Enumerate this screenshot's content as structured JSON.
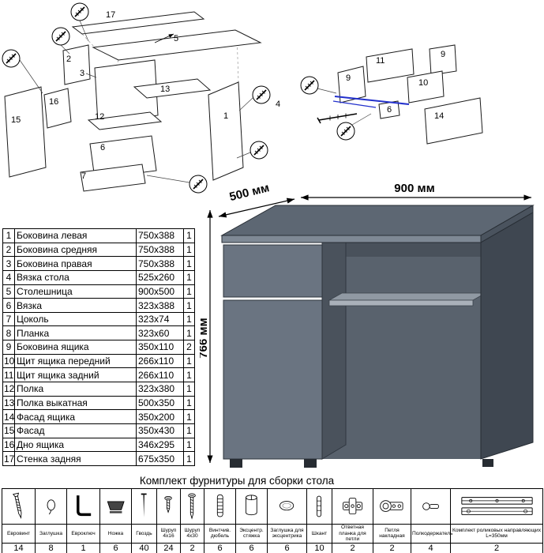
{
  "dimensions": {
    "width": "900 мм",
    "depth": "500 мм",
    "height": "766 мм"
  },
  "diagrams": {
    "main": {
      "labels": [
        "17",
        "5",
        "2",
        "3",
        "13",
        "12",
        "6",
        "7",
        "15",
        "16",
        "1",
        "4"
      ]
    },
    "drawer": {
      "labels": [
        "11",
        "9",
        "9",
        "10",
        "6",
        "14"
      ]
    }
  },
  "parts_table": {
    "rows": [
      {
        "num": "1",
        "name": "Боковина левая",
        "size": "750x388",
        "qty": "1"
      },
      {
        "num": "2",
        "name": "Боковина средняя",
        "size": "750x388",
        "qty": "1"
      },
      {
        "num": "3",
        "name": "Боковина правая",
        "size": "750x388",
        "qty": "1"
      },
      {
        "num": "4",
        "name": "Вязка стола",
        "size": "525x260",
        "qty": "1"
      },
      {
        "num": "5",
        "name": "Столешница",
        "size": "900x500",
        "qty": "1"
      },
      {
        "num": "6",
        "name": "Вязка",
        "size": "323x388",
        "qty": "1"
      },
      {
        "num": "7",
        "name": "Цоколь",
        "size": "323x74",
        "qty": "1"
      },
      {
        "num": "8",
        "name": "Планка",
        "size": "323x60",
        "qty": "1"
      },
      {
        "num": "9",
        "name": "Боковина ящика",
        "size": "350x110",
        "qty": "2"
      },
      {
        "num": "10",
        "name": "Щит ящика передний",
        "size": "266x110",
        "qty": "1"
      },
      {
        "num": "11",
        "name": "Щит ящика задний",
        "size": "266x110",
        "qty": "1"
      },
      {
        "num": "12",
        "name": "Полка",
        "size": "323x380",
        "qty": "1"
      },
      {
        "num": "13",
        "name": "Полка выкатная",
        "size": "500x350",
        "qty": "1"
      },
      {
        "num": "14",
        "name": "Фасад ящика",
        "size": "350x200",
        "qty": "1"
      },
      {
        "num": "15",
        "name": "Фасад",
        "size": "350x430",
        "qty": "1"
      },
      {
        "num": "16",
        "name": "Дно ящика",
        "size": "346x295",
        "qty": "1"
      },
      {
        "num": "17",
        "name": "Стенка задняя",
        "size": "675x350",
        "qty": "1"
      }
    ]
  },
  "hardware": {
    "title": "Комплект фурнитуры для сборки стола",
    "items": [
      {
        "name": "Евровинт",
        "qty": "14",
        "icon": "confirmat-screw-icon"
      },
      {
        "name": "Заглушка",
        "qty": "8",
        "icon": "cap-icon"
      },
      {
        "name": "Евроключ",
        "qty": "1",
        "icon": "hex-key-icon"
      },
      {
        "name": "Ножка",
        "qty": "6",
        "icon": "foot-icon"
      },
      {
        "name": "Гвоздь",
        "qty": "40",
        "icon": "nail-icon"
      },
      {
        "name": "Шуруп 4x16",
        "qty": "24",
        "icon": "screw-short-icon"
      },
      {
        "name": "Шуруп 4x30",
        "qty": "2",
        "icon": "screw-long-icon"
      },
      {
        "name": "Винтчив. дюбель",
        "qty": "6",
        "icon": "dowel-screw-icon"
      },
      {
        "name": "Эксцентр. стяжка",
        "qty": "6",
        "icon": "cam-lock-icon"
      },
      {
        "name": "Заглушка для эксцентрика",
        "qty": "6",
        "icon": "cam-cap-icon"
      },
      {
        "name": "Шкант",
        "qty": "10",
        "icon": "wood-dowel-icon"
      },
      {
        "name": "Ответная планка для петли",
        "qty": "2",
        "icon": "hinge-plate-icon"
      },
      {
        "name": "Петля накладная",
        "qty": "2",
        "icon": "hinge-icon"
      },
      {
        "name": "Полкодержатель",
        "qty": "4",
        "icon": "shelf-support-icon"
      },
      {
        "name": "Комплект роликовых направляющих L=350мм",
        "qty": "2",
        "icon": "roller-guide-icon"
      }
    ]
  }
}
